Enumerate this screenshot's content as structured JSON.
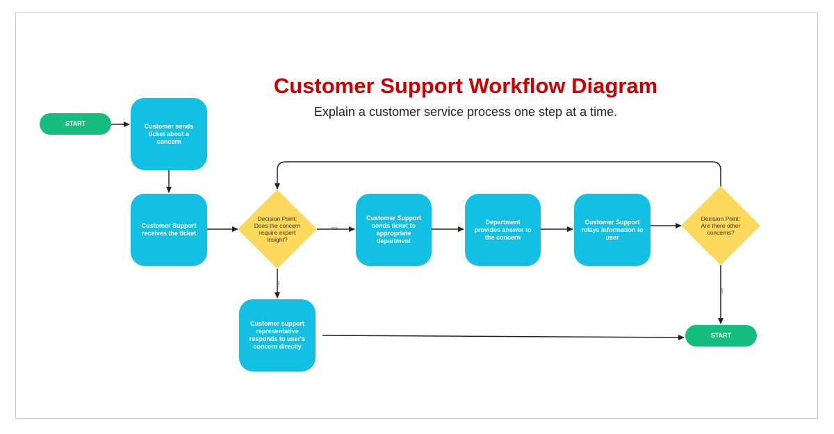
{
  "diagram": {
    "title": "Customer Support Workflow Diagram",
    "subtitle": "Explain a customer service process one step at a time.",
    "nodes": {
      "start_top": "START",
      "send_ticket": "Customer sends ticket about a concern",
      "receives_ticket": "Customer Support receives the ticket",
      "decision_expert": "Decision Point: Does the concern require expert insight?",
      "sends_to_dept": "Customer Support sends ticket to appropriate department",
      "dept_answer": "Department provides answer to the concern",
      "relays_info": "Customer Support relays information to user",
      "decision_other": "Decision Point: Are there other concerns?",
      "rep_responds": "Customer support representative responds to user's concern directly",
      "start_bottom": "START"
    },
    "edge_labels": {
      "yes": "YES",
      "no_left": "NO",
      "no_right": "NO"
    },
    "colors": {
      "title": "#cc0000",
      "process": "#13c0e3",
      "terminal": "#16bd7e",
      "decision": "#fcd95c",
      "line": "#222222"
    }
  }
}
